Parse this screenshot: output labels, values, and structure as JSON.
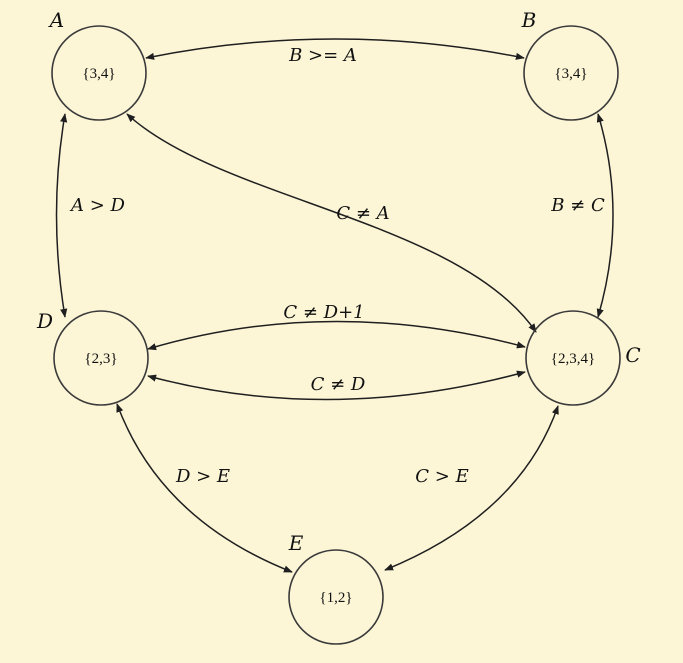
{
  "nodes": {
    "A": {
      "name": "A",
      "domain": "{3,4}"
    },
    "B": {
      "name": "B",
      "domain": "{3,4}"
    },
    "C": {
      "name": "C",
      "domain": "{2,3,4}"
    },
    "D": {
      "name": "D",
      "domain": "{2,3}"
    },
    "E": {
      "name": "E",
      "domain": "{1,2}"
    }
  },
  "edges": {
    "AB": "B >= A",
    "AD": "A > D",
    "AC": "C ≠ A",
    "BC": "B ≠ C",
    "DC_upper": "C ≠ D+1",
    "DC_lower": "C ≠ D",
    "DE": "D > E",
    "CE": "C > E"
  }
}
